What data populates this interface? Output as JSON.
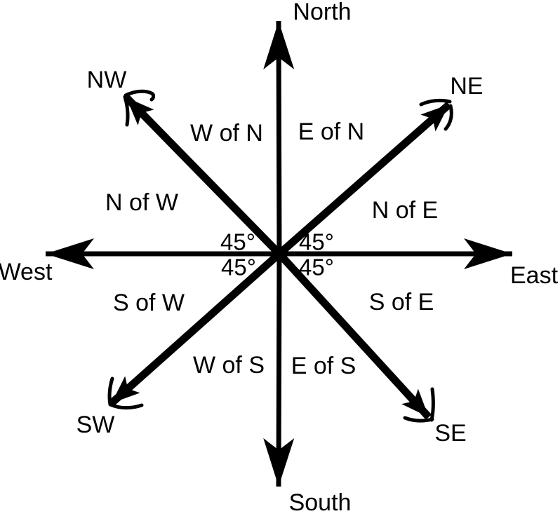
{
  "figure": {
    "description": "Compass rose diagram with eight arrows from a common center, octant names and 45-degree angle marks",
    "background_color": "#ffffff",
    "ink_color": "#000000",
    "cardinal_labels": {
      "north": "North",
      "south": "South",
      "east": "East",
      "west": "West"
    },
    "intercardinal_labels": {
      "ne": "NE",
      "nw": "NW",
      "se": "SE",
      "sw": "SW"
    },
    "octant_labels": {
      "w_of_n": "W of N",
      "e_of_n": "E of N",
      "n_of_w": "N of W",
      "n_of_e": "N of E",
      "s_of_w": "S of W",
      "s_of_e": "S of E",
      "w_of_s": "W of S",
      "e_of_s": "E of S"
    },
    "angle_labels": {
      "upper_left": "45°",
      "upper_right": "45°",
      "lower_left": "45°",
      "lower_right": "45°"
    }
  }
}
